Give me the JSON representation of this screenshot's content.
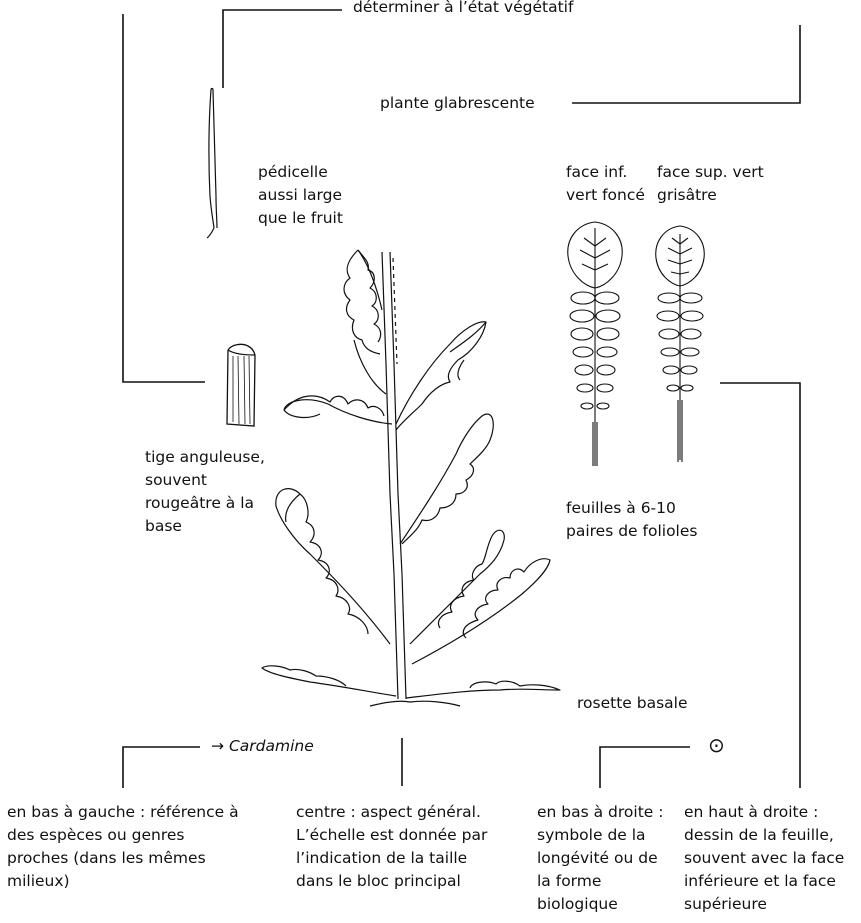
{
  "labels": {
    "determiner": "déterminer à l’état végétatif",
    "glabrescente": "plante glabrescente",
    "pedicelle": [
      "pédicelle",
      "aussi large",
      "que le fruit"
    ],
    "face_inf": [
      "face inf.",
      "vert foncé"
    ],
    "face_sup": [
      "face sup. vert",
      "grisâtre"
    ],
    "tige": [
      "tige anguleuse,",
      "souvent",
      "rougeâtre à la",
      "base"
    ],
    "feuilles": [
      "feuilles à 6-10",
      "paires de folioles"
    ],
    "rosette": "rosette basale",
    "arrow": "→",
    "cardamine": "Cardamine",
    "symbol": "⊙"
  },
  "captions": {
    "bottom_left": [
      "en bas à gauche : référence à",
      "des espèces ou genres",
      "proches (dans les mêmes",
      "milieux)"
    ],
    "center": [
      "centre : aspect général.",
      "L’échelle est donnée par",
      "l’indication de la taille",
      "dans le bloc principal"
    ],
    "bottom_right": [
      "en bas à droite :",
      "symbole de la",
      "longévité ou de",
      "la forme",
      "biologique"
    ],
    "top_right": [
      "en haut à droite :",
      "dessin de la feuille,",
      "souvent avec la face",
      "inférieure et la face",
      "supérieure"
    ]
  },
  "icons": {
    "plant": "plant-drawing-icon",
    "stem": "stem-section-icon",
    "pedicel": "pedicel-fruit-icon",
    "leaf_lower": "leaf-lower-face-icon",
    "leaf_upper": "leaf-upper-face-icon",
    "longevity": "longevity-symbol-icon"
  }
}
